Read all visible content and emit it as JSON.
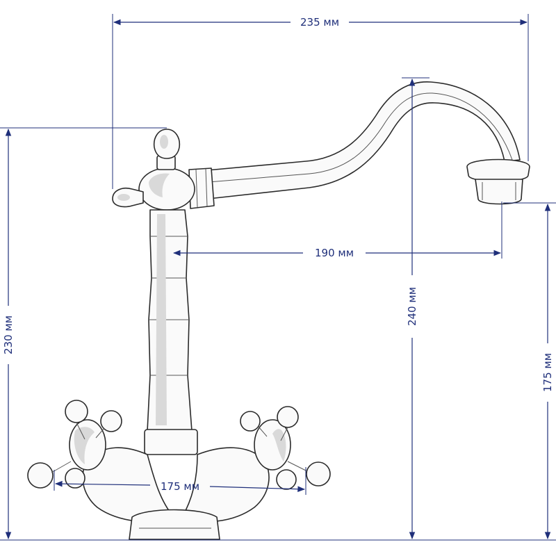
{
  "colors": {
    "dimension": "#1f2f7a",
    "sketch": "#2a2a2a"
  },
  "dimensions": {
    "overall_width": "235 мм",
    "spout_reach": "190 мм",
    "total_height": "230 мм",
    "spout_height": "240 мм",
    "outlet_height": "175 мм",
    "handle_span": "175 мм"
  }
}
